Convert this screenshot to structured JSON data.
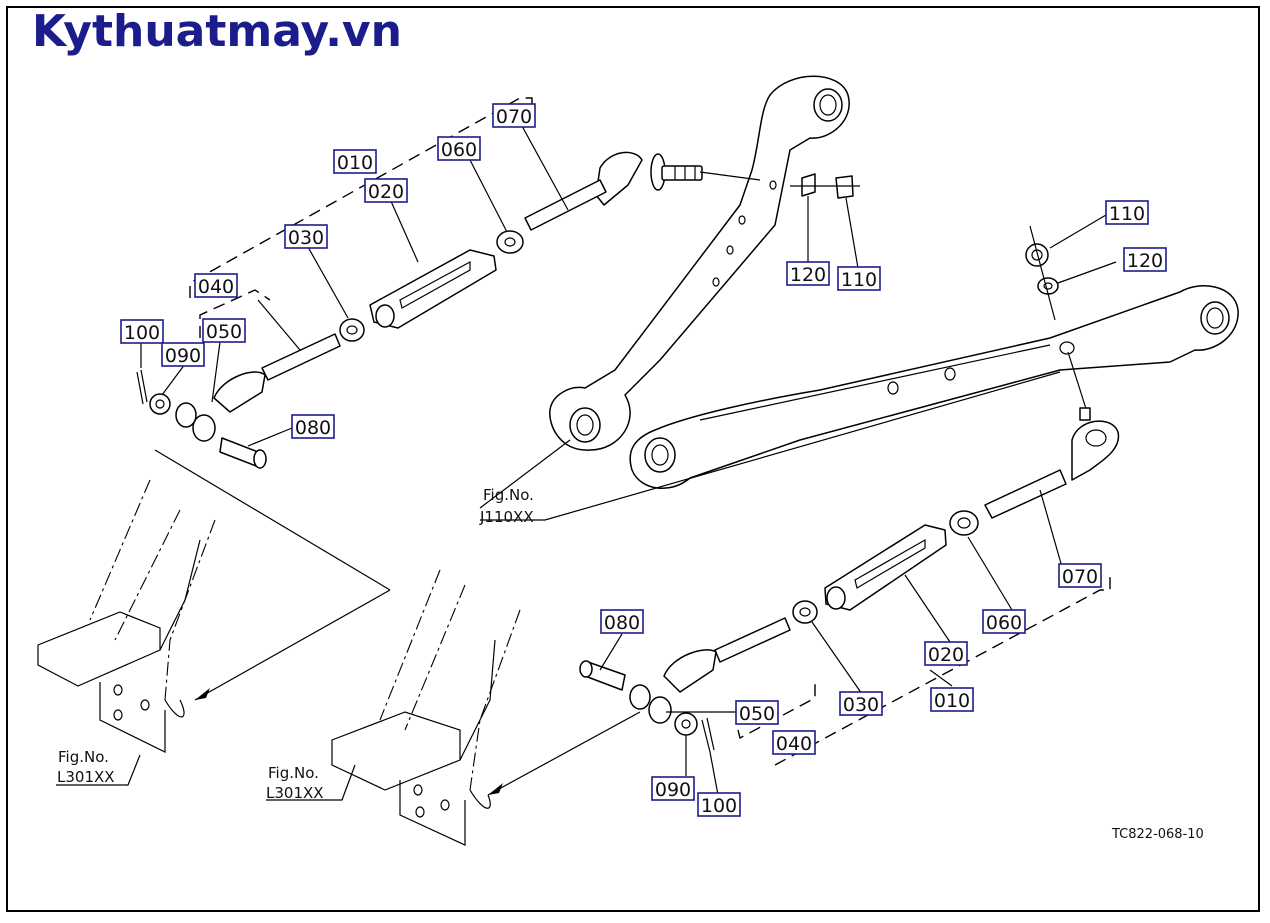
{
  "watermark": "Kythuatmay.vn",
  "drawing_code": "TC822-068-10",
  "figure_refs": [
    {
      "line1": "Fig.No.",
      "line2": "J110XX"
    },
    {
      "line1": "Fig.No.",
      "line2": "L301XX"
    },
    {
      "line1": "Fig.No.",
      "line2": "L301XX"
    }
  ],
  "callouts": {
    "upper": [
      "070",
      "060",
      "010",
      "020",
      "030",
      "040",
      "050",
      "100",
      "090",
      "080",
      "120",
      "110"
    ],
    "right": [
      "110",
      "120"
    ],
    "lower": [
      "070",
      "060",
      "020",
      "010",
      "080",
      "030",
      "050",
      "040",
      "090",
      "100"
    ]
  }
}
